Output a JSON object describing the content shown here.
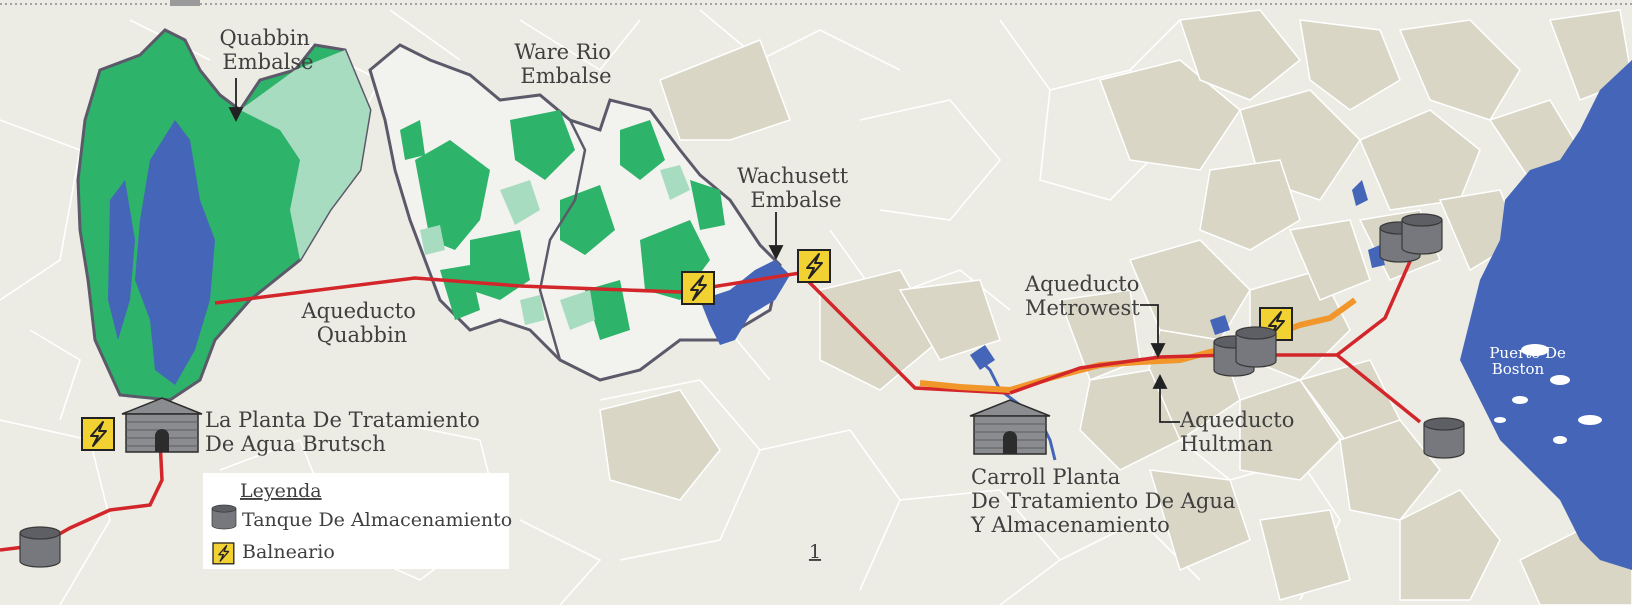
{
  "colors": {
    "background": "#ecece4",
    "town_fill_dark": "#d9d6c6",
    "watershed_green": "#2db36a",
    "watershed_light_green": "#a8dcc0",
    "water_blue": "#4566b8",
    "aqueduct_red": "#d3262b",
    "aqueduct_orange": "#f0962a",
    "outline_gray": "#5c5a6a",
    "hydro_yellow": "#f2d232",
    "tank_gray": "#77787d"
  },
  "labels": {
    "quabbin_reservoir": [
      "Quabbin",
      "Embalse"
    ],
    "ware_river_reservoir": [
      "Ware Rio",
      "Embalse"
    ],
    "wachusett_reservoir": [
      "Wachusett",
      "Embalse"
    ],
    "quabbin_aqueduct": [
      "Aqueducto",
      "Quabbin"
    ],
    "brutsch_plant": [
      "La Planta De Tratamiento",
      "De Agua Brutsch"
    ],
    "metrowest_aqueduct": [
      "Aqueducto",
      "Metrowest"
    ],
    "hultman_aqueduct": [
      "Aqueducto",
      "Hultman"
    ],
    "carroll_plant": [
      "Carroll Planta",
      "De Tratamiento De Agua",
      "Y Almacenamiento"
    ],
    "boston_harbor": [
      "Puerto De",
      "Boston"
    ]
  },
  "legend": {
    "title": "Leyenda",
    "storage_tank": "Tanque De Almacenamiento",
    "hydro_station": "Balneario"
  },
  "page_number": "1",
  "icons": {
    "storage_tank": "storage-tank-icon",
    "hydro_station": "hydro-lightning-icon",
    "treatment_plant": "treatment-plant-icon"
  }
}
